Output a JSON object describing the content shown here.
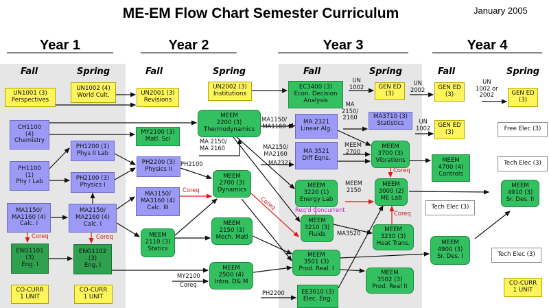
{
  "header": {
    "title": "ME-EM Flow Chart Semester Curriculum",
    "date": "January 2005"
  },
  "years": [
    "Year 1",
    "Year 2",
    "Year 3",
    "Year 4"
  ],
  "semesters": {
    "fall": "Fall",
    "spring": "Spring"
  },
  "courses": {
    "un1001": "UN1001 (3)\nPerspectives",
    "un1002": "UN1002 (4)\nWorld Cult.",
    "un2001": "UN2001 (3)\nRevisions",
    "un2002": "UN2002 (3)\nInstitutions",
    "ch1100": "CH1100\n(4)\nChemistry",
    "my2100": "MY2100 (3)\nMatl. Sci",
    "ph1200": "PH1200 (1)\nPhys II Lab",
    "ph1100": "PH1100\n(1)\nPhy I Lab",
    "ph2200": "PH2200 (3)\nPhysics II",
    "ph2100": "PH2100 (3)\nPhysics I",
    "ma3150": "MA3150/\nMA3160 (4)\nCalc. III",
    "ma1150": "MA1150/\nMA1160 (4)\nCalc. I",
    "ma2150": "MA2150/\nMA2160 (4)\nCalc. I",
    "meem2110": "MEEM\n2110 (3)\nStatics",
    "eng1101": "ENG1101\n(3)\nEng. I",
    "eng1102": "ENG1102\n(3)\nEng. I",
    "meem2200": "MEEM\n2200 (3)\nThermodynamics",
    "meem2700": "MEEM\n2700 (3)\nDynamics",
    "meem2150": "MEEM\n2150 (3)\nMech. Matl",
    "meem2500": "MEEM\n2500 (4)\nIntro. D& M",
    "cocurr1": "CO-CURR\n1 UNIT",
    "cocurr2": "CO-CURR\n1 UNIT",
    "ec3400": "EC3400 (3)\nEcon. Decision\nAnalysis",
    "ma2321": "MA 2321\nLinear Alg.",
    "ma3521": "MA 3521\nDiff Eqns.",
    "ma3710": "MA3710 (3)\nStatistics",
    "gened3": "GEN ED\n(3)",
    "meem3700": "MEEM\n3700 (3)\nVibrations",
    "meem3220": "MEEM\n3220 (1)\nEnergy Lab",
    "meem3000": "MEEM\n3000 (2)\nME Lab",
    "meem3210": "MEEM\n3210 (3)\nFluids",
    "meem3230": "MEEM\n3230 (3)\nHeat Trans.",
    "meem3501": "MEEM\n3501 (3)\nProd. Real. I",
    "meem3502": "MEEM\n3502 (3)\nProd. Real II",
    "ee3010": "EE3010 (3)\nElec. Eng.",
    "gened4a": "GEN ED\n(3)",
    "gened4b": "GEN ED\n(3)",
    "meem4700": "MEEM\n4700 (4)\nControls",
    "techelec1": "Tech Elec (3)",
    "meem4900": "MEEM\n4900 (3)\nSr. Des. I",
    "gened4c": "GEN ED\n(3)",
    "freeelec": "Free Elec (3)",
    "techelec2": "Tech Elec (3)",
    "meem4910": "MEEM\n4910 (3)\nSr. Des. II",
    "techelec3": "Tech Elec (3)",
    "cocurr4": "CO-CURR\n1 UNIT"
  },
  "labels": {
    "coreq": "Coreq",
    "ph2100": "PH2100",
    "ma2150_2160": "MA 2150/\nMA 2160",
    "ma1150_1160": "MA1150/\nMA1160",
    "ma2150_2160b": "MA2150/\nMA2160",
    "ma2321": "MA2321",
    "ma2150_2160c": "MA\n2150/\n2160",
    "meem2700": "MEEM\n2700",
    "meem2150": "MEEM\n2150",
    "reqd": "Req'd Concurrent",
    "ma3520": "MA3520",
    "my2100": "MY2100",
    "ph2200": "PH2200",
    "un1002a": "UN\n1002",
    "un2002": "UN\n2002",
    "un1002b": "UN\n1002",
    "un1002or2002": "UN\n1002 or\n2002"
  }
}
